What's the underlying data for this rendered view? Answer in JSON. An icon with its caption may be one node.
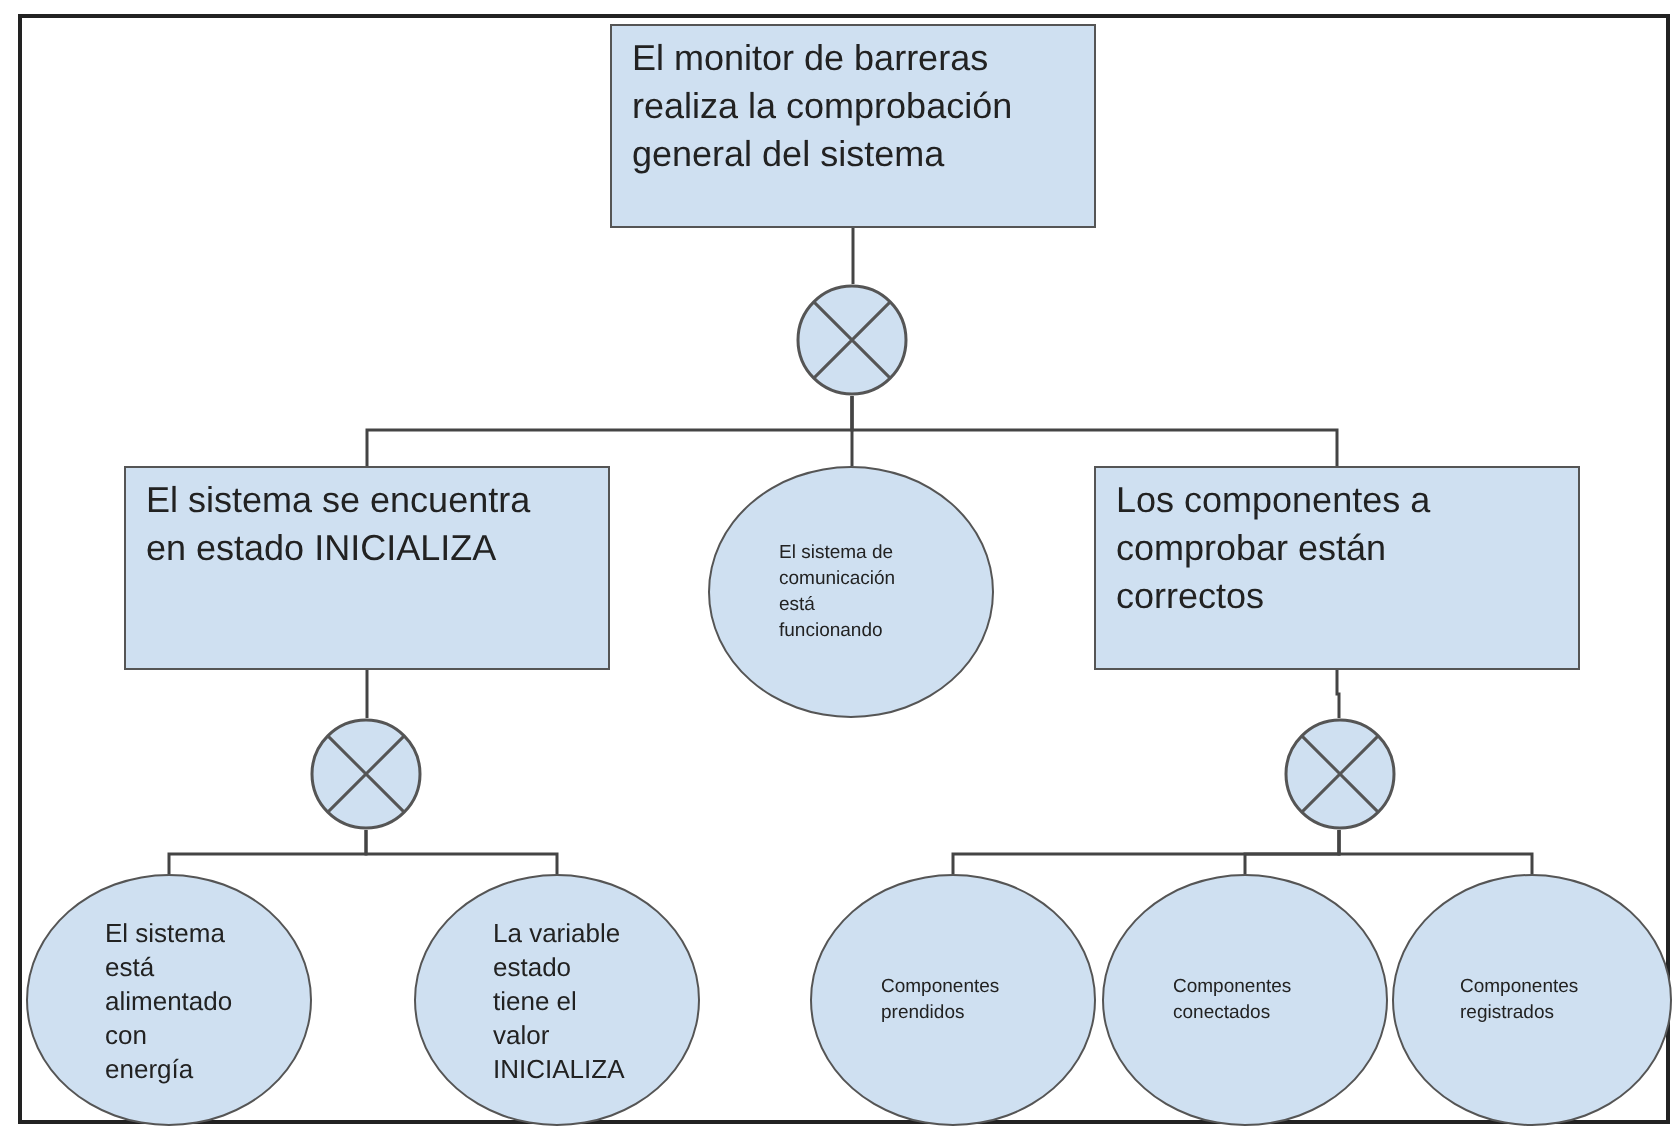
{
  "diagram": {
    "nodes": [
      {
        "text": [
          "El monitor de barreras realiza la comprobación general del sistema"
        ]
      },
      {
        "text": [],
        "shape": "circle"
      },
      {
        "text": [
          "El sistema se encuentra en estado INICIALIZA"
        ]
      },
      {
        "text": [
          "El sistema de comunicación está funcionando"
        ]
      },
      {
        "text": [
          "Los componentes a comprobar están correctos"
        ]
      },
      {
        "text": [],
        "shape": "circle"
      },
      {
        "text": [],
        "shape": "circle"
      },
      {
        "text": [
          "El sistema está alimentado con energía"
        ]
      },
      {
        "text": [
          "La variable estado tiene el valor INICIALIZA"
        ]
      },
      {
        "text": [
          "Componentes prendidos"
        ]
      },
      {
        "text": [
          "Componentes conectados"
        ]
      },
      {
        "text": [
          "Componentes registrados"
        ]
      }
    ],
    "edges": [
      {
        "from": 0,
        "to": 1,
        "arrow": "none"
      },
      {
        "from": 1,
        "to": 2,
        "arrow": "none"
      },
      {
        "from": 1,
        "to": 3,
        "arrow": "none"
      },
      {
        "from": 1,
        "to": 4,
        "arrow": "none"
      },
      {
        "from": 2,
        "to": 5,
        "arrow": "none"
      },
      {
        "from": 5,
        "to": 7,
        "arrow": "none"
      },
      {
        "from": 5,
        "to": 8,
        "arrow": "none"
      },
      {
        "from": 4,
        "to": 6,
        "arrow": "none"
      },
      {
        "from": 6,
        "to": 9,
        "arrow": "none"
      },
      {
        "from": 6,
        "to": 10,
        "arrow": "none"
      },
      {
        "from": 6,
        "to": 11,
        "arrow": "none"
      }
    ]
  }
}
